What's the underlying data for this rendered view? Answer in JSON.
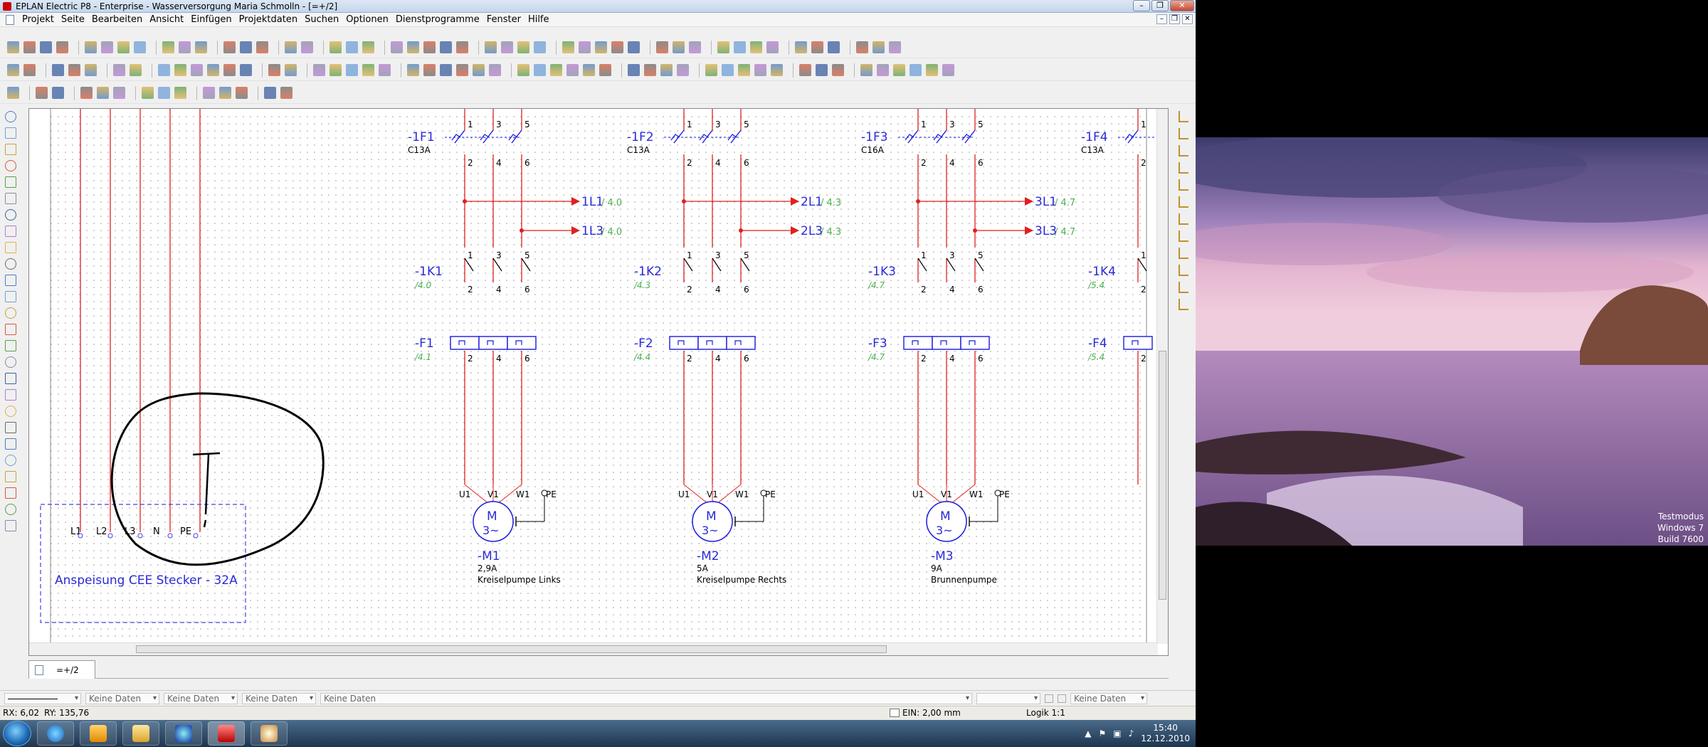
{
  "window": {
    "title": "EPLAN Electric P8 - Enterprise - Wasserversorgung Maria Schmolln - [=+/2]"
  },
  "menu": [
    "Projekt",
    "Seite",
    "Bearbeiten",
    "Ansicht",
    "Einfügen",
    "Projektdaten",
    "Suchen",
    "Optionen",
    "Dienstprogramme",
    "Fenster",
    "Hilfe"
  ],
  "schematic": {
    "feed_terminals": [
      "L1",
      "L2",
      "L3",
      "N",
      "PE"
    ],
    "feed_label": "Anspeisung CEE Stecker - 32A",
    "circuits": [
      {
        "breaker": "-1F1",
        "rating": "C13A",
        "xref_l1": "1L1",
        "xref_l1_ref": "/ 4.0",
        "xref_l3": "1L3",
        "xref_l3_ref": "/ 4.0",
        "contactor": "-1K1",
        "contactor_ref": "/4.0",
        "overload": "-F1",
        "overload_ref": "/4.1",
        "motor": "-M1",
        "motor_current": "2,9A",
        "motor_desc": "Kreiselpumpe  Links"
      },
      {
        "breaker": "-1F2",
        "rating": "C13A",
        "xref_l1": "2L1",
        "xref_l1_ref": "/ 4.3",
        "xref_l3": "2L3",
        "xref_l3_ref": "/ 4.3",
        "contactor": "-1K2",
        "contactor_ref": "/4.3",
        "overload": "-F2",
        "overload_ref": "/4.4",
        "motor": "-M2",
        "motor_current": "5A",
        "motor_desc": "Kreiselpumpe Rechts"
      },
      {
        "breaker": "-1F3",
        "rating": "C16A",
        "xref_l1": "3L1",
        "xref_l1_ref": "/ 4.7",
        "xref_l3": "3L3",
        "xref_l3_ref": "/ 4.7",
        "contactor": "-1K3",
        "contactor_ref": "/4.7",
        "overload": "-F3",
        "overload_ref": "/4.7",
        "motor": "-M3",
        "motor_current": "9A",
        "motor_desc": "Brunnenpumpe"
      },
      {
        "breaker": "-1F4",
        "rating": "C13A",
        "contactor": "-1K4",
        "contactor_ref": "/5.4",
        "overload": "-F4",
        "overload_ref": "/5.4"
      }
    ],
    "pin_top": [
      "1",
      "3",
      "5"
    ],
    "pin_bottom": [
      "2",
      "4",
      "6"
    ],
    "motor_pins": [
      "U1",
      "V1",
      "W1",
      "PE"
    ],
    "motor_symbol": {
      "letter": "M",
      "phase": "3~"
    }
  },
  "tabs": [
    {
      "label": "=+/2"
    }
  ],
  "properties_bar": {
    "fields": [
      "Keine Daten",
      "Keine Daten",
      "Keine Daten",
      "Keine Daten",
      "Keine Daten"
    ]
  },
  "status": {
    "rx": "RX: 6,02",
    "ry": "RY: 135,76",
    "ein": "EIN: 2,00 mm",
    "logik": "Logik 1:1"
  },
  "taskbar": {
    "time": "15:40",
    "date": "12.12.2010"
  },
  "desktop": {
    "watermark": [
      "Testmodus",
      "Windows 7",
      "Build 7600"
    ]
  },
  "colors": {
    "wire": "#e02020",
    "symbol": "#1a1ae0",
    "ref": "#4caf50"
  }
}
